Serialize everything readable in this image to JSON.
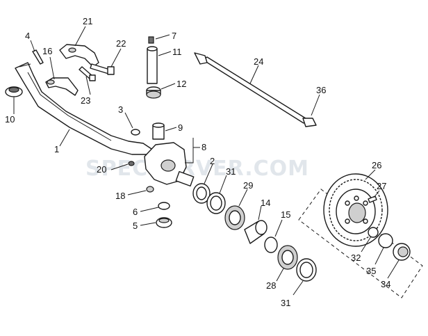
{
  "watermark": "SPECSERVER.COM",
  "callouts": [
    "1",
    "2",
    "3",
    "4",
    "5",
    "6",
    "7",
    "8",
    "9",
    "10",
    "11",
    "12",
    "14",
    "15",
    "16",
    "18",
    "20",
    "21",
    "22",
    "23",
    "24",
    "26",
    "27",
    "28",
    "29",
    "31",
    "31",
    "32",
    "34",
    "35",
    "36"
  ],
  "colors": {
    "line": "#1a1a1a",
    "background": "#ffffff",
    "watermark": "#c9d2dc"
  }
}
